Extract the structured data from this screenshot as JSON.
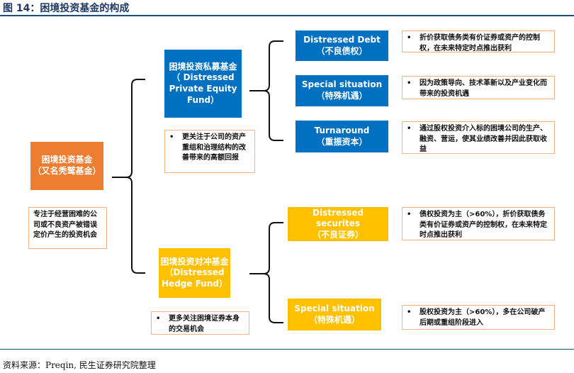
{
  "title": "图 14：困境投资基金的构成",
  "root": {
    "line1": "困境投资基金",
    "line2": "（又名秃鹫基金）",
    "desc": "专注于经营困难的公司或不良资产被错误定价产生的投资机会"
  },
  "pe": {
    "line1": "困境投资私募基金",
    "line2": "（ Distressed Private Equity Fund）",
    "desc": "更关注于公司的资产重组和治理结构的改善带来的高额回报",
    "bullet": "•",
    "children": [
      {
        "en": "Distressed Debt",
        "zh": "（不良债权）",
        "desc": "折价获取债务类有价证券或资产的控制权，在未来特定时点推出获利"
      },
      {
        "en": "Special situation",
        "zh": "（特殊机遇）",
        "desc": "因为政策导向、技术革新以及产业变化而带来的投资机遇"
      },
      {
        "en": "Turnaround",
        "zh": "（重振资本）",
        "desc": "通过股权投资介入标的困境公司的生产、融资、营运，使其业绩改善并因此获取收益"
      }
    ]
  },
  "hedge": {
    "line1": "困境投资对冲基金",
    "line2": "（Distressed Hedge Fund）",
    "desc": "更多关注困境证券本身的交易机会",
    "bullet": "•",
    "children": [
      {
        "en": "Distressed securites",
        "zh": "（不良证券）",
        "desc": "债权投资为主（>60%），折价获取债务类有价证券或资产的控制权，在未来特定时点推出获利"
      },
      {
        "en": "Special situation",
        "zh": "（特殊机遇）",
        "desc": "股权投资为主（>60%），多在公司破产后期或重组阶段进入"
      }
    ]
  },
  "source": "资料来源：Preqin, 民生证券研究院整理"
}
